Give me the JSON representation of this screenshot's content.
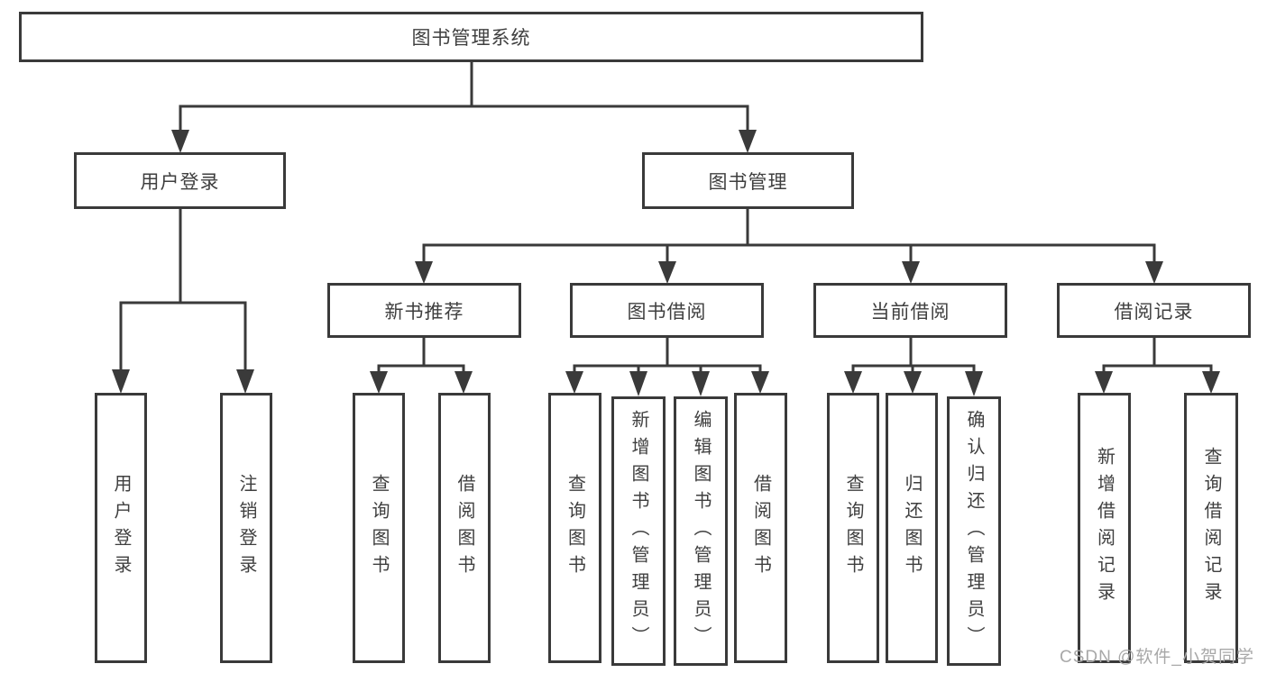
{
  "nodes": {
    "root": "图书管理系统",
    "user_login": "用户登录",
    "book_mgmt": "图书管理",
    "new_book_rec": "新书推荐",
    "book_borrow": "图书借阅",
    "current_borrow": "当前借阅",
    "borrow_record": "借阅记录",
    "ul_user_login": "用户登录",
    "ul_logout": "注销登录",
    "nbr_query_book": "查询图书",
    "nbr_borrow_book": "借阅图书",
    "bb_query_book": "查询图书",
    "bb_add_book": "新增图书（管理员）",
    "bb_edit_book": "编辑图书（管理员）",
    "bb_borrow_book": "借阅图书",
    "cb_query_book": "查询图书",
    "cb_return_book": "归还图书",
    "cb_confirm_return": "确认归还（管理员）",
    "br_add_record": "新增借阅记录",
    "br_query_record": "查询借阅记录"
  },
  "colors": {
    "line": "#3a3a3a",
    "text": "#3f3f3f",
    "watermark": "#a8a8a8"
  },
  "watermark": "CSDN @软件_小贺同学"
}
